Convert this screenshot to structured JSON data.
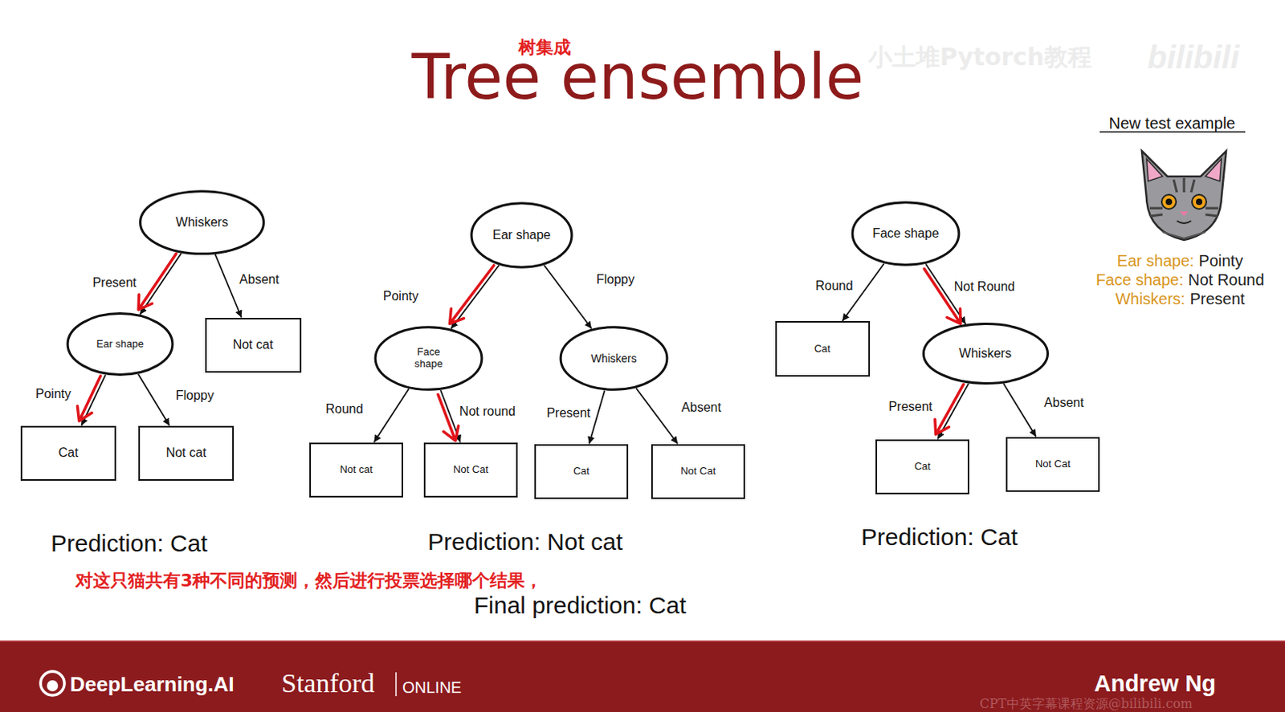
{
  "diagram": {
    "title": "Tree ensemble",
    "nodes": [
      {
        "text": [
          "Whiskers"
        ]
      },
      {
        "text": [
          "Ear shape"
        ]
      },
      {
        "text": [
          "Not cat"
        ]
      },
      {
        "text": [
          "Cat"
        ]
      },
      {
        "text": [
          "Not cat"
        ]
      },
      {
        "text": [
          "Ear shape"
        ]
      },
      {
        "text": [
          "Face shape"
        ]
      },
      {
        "text": [
          "Whiskers"
        ]
      },
      {
        "text": [
          "Not cat"
        ]
      },
      {
        "text": [
          "Not Cat"
        ]
      },
      {
        "text": [
          "Cat"
        ]
      },
      {
        "text": [
          "Not Cat"
        ]
      },
      {
        "text": [
          "Face shape"
        ]
      },
      {
        "text": [
          "Cat"
        ]
      },
      {
        "text": [
          "Whiskers"
        ]
      },
      {
        "text": [
          "Cat"
        ]
      },
      {
        "text": [
          "Not Cat"
        ]
      }
    ],
    "edges": [
      {
        "from": 0,
        "to": 1,
        "arrow": "to",
        "label": "Present"
      },
      {
        "from": 0,
        "to": 2,
        "arrow": "to",
        "label": "Absent"
      },
      {
        "from": 1,
        "to": 3,
        "arrow": "to",
        "label": "Pointy"
      },
      {
        "from": 1,
        "to": 4,
        "arrow": "to",
        "label": "Floppy"
      },
      {
        "from": 5,
        "to": 6,
        "arrow": "to",
        "label": "Pointy"
      },
      {
        "from": 5,
        "to": 7,
        "arrow": "to",
        "label": "Floppy"
      },
      {
        "from": 6,
        "to": 8,
        "arrow": "to",
        "label": "Round"
      },
      {
        "from": 6,
        "to": 9,
        "arrow": "to",
        "label": "Not round"
      },
      {
        "from": 7,
        "to": 10,
        "arrow": "to",
        "label": "Present"
      },
      {
        "from": 7,
        "to": 11,
        "arrow": "to",
        "label": "Absent"
      },
      {
        "from": 12,
        "to": 13,
        "arrow": "to",
        "label": "Round"
      },
      {
        "from": 12,
        "to": 14,
        "arrow": "to",
        "label": "Not Round"
      },
      {
        "from": 14,
        "to": 15,
        "arrow": "to",
        "label": "Present"
      },
      {
        "from": 14,
        "to": 16,
        "arrow": "to",
        "label": "Absent"
      }
    ],
    "labels": [
      "树集成",
      "小土堆Pytorch教程",
      "bilibili",
      "New test example",
      "Ear shape:",
      "Pointy",
      "Face shape:",
      "Not Round",
      "Whiskers:",
      "Present",
      "Prediction: Cat",
      "Prediction: Not cat",
      "Prediction: Cat",
      "对这只猫共有3种不同的预测，然后进行投票选择哪个结果，",
      "Final prediction: Cat",
      "DeepLearning.AI",
      "Stanford",
      "ONLINE",
      "Andrew Ng",
      "CPT中英字幕课程资源@bilibili.com"
    ]
  }
}
